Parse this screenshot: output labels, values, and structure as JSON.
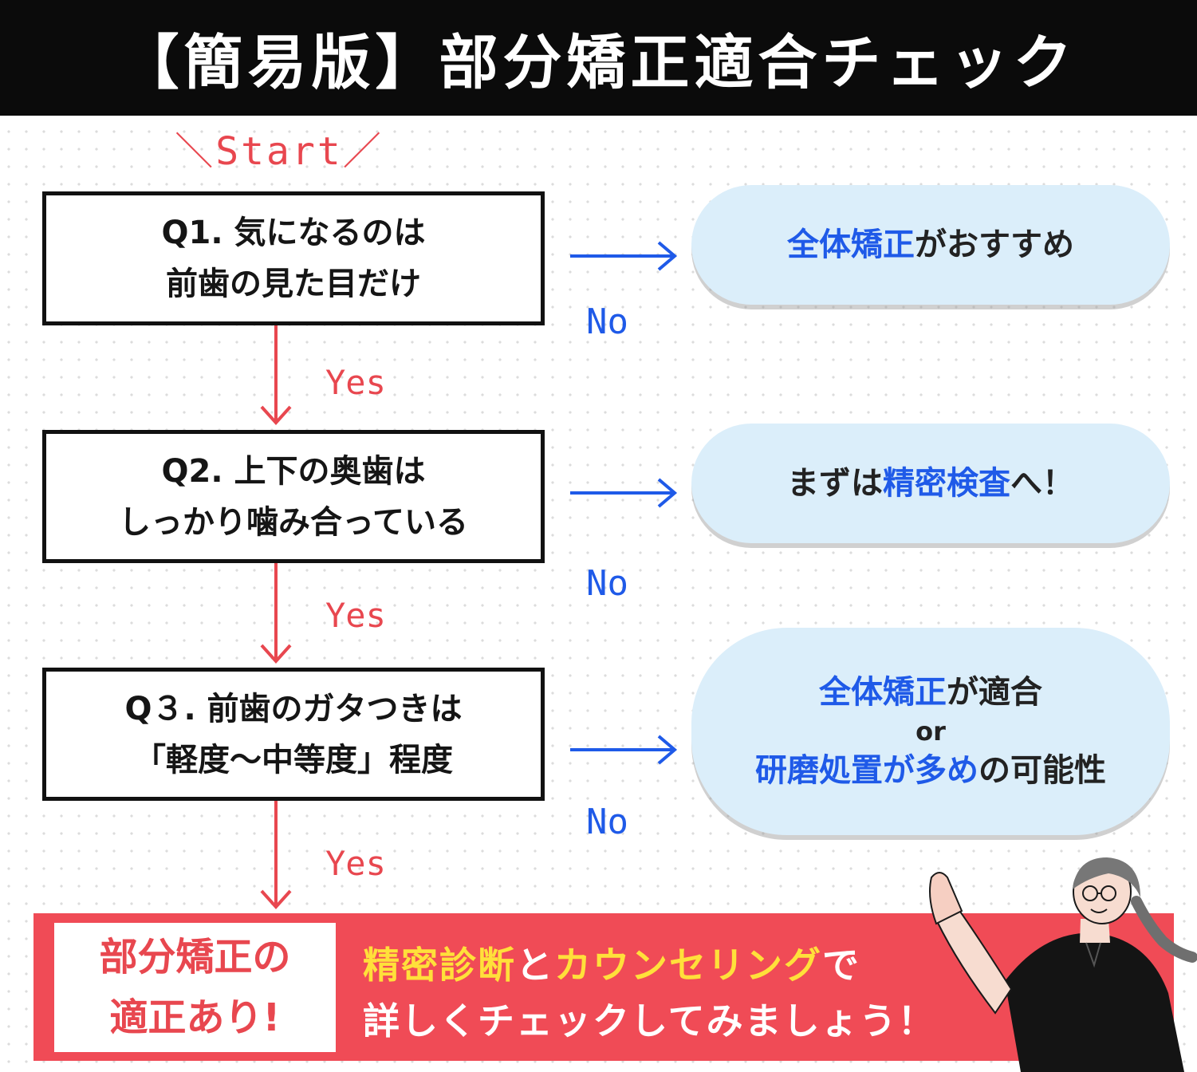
{
  "title": "【簡易版】部分矯正適合チェック",
  "start_label": "＼Start／",
  "questions": [
    {
      "line1": "Q1. 気になるのは",
      "line2": "前歯の見た目だけ"
    },
    {
      "line1": "Q2. 上下の奥歯は",
      "line2": "しっかり噛み合っている"
    },
    {
      "line1": "Q３. 前歯のガタつきは",
      "line2": "「軽度〜中等度」程度"
    }
  ],
  "yes_label": "Yes",
  "no_label": "No",
  "results": [
    {
      "highlight": "全体矯正",
      "rest": "がおすすめ"
    },
    {
      "prefix": "まずは",
      "highlight": "精密検査",
      "rest": "へ！"
    },
    {
      "line1_highlight": "全体矯正",
      "line1_rest": "が適合",
      "or": "or",
      "line3_highlight": "研磨処置が多め",
      "line3_rest": "の可能性"
    }
  ],
  "final": {
    "box_line1": "部分矯正の",
    "box_line2": "適正あり!",
    "msg_highlight1": "精密診断",
    "msg_join": "と",
    "msg_highlight2": "カウンセリング",
    "msg_end": "で",
    "msg_line2": "詳しくチェックしてみましょう！"
  },
  "colors": {
    "red": "#e8474f",
    "blue": "#1f5ae8",
    "pill": "#dbeefa",
    "banner": "#f04b56",
    "yellow": "#ffe03a"
  }
}
